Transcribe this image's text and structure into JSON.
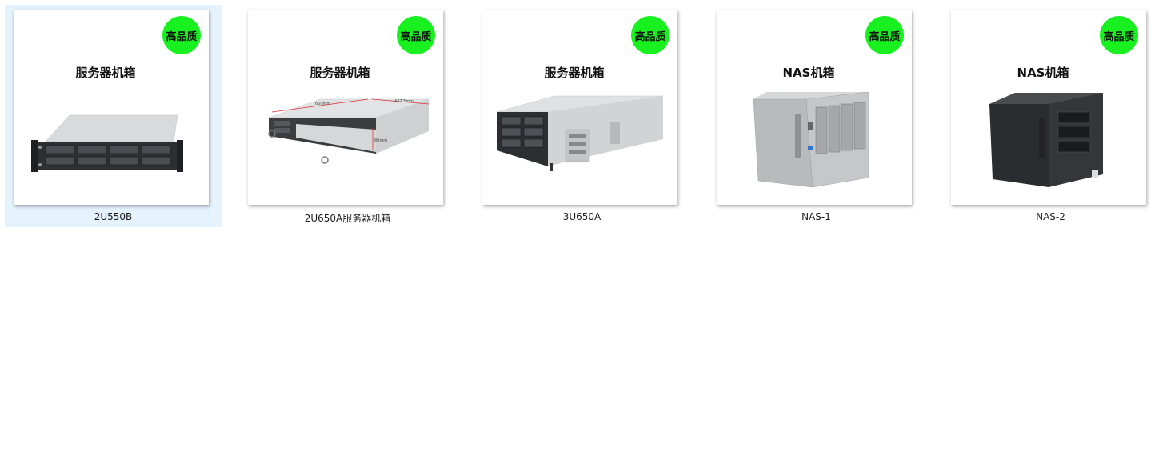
{
  "items": [
    {
      "caption": "2U550B",
      "badge": "高品质",
      "heading": "服务器机箱",
      "product_icon": "rack-server-2u-icon",
      "selected": true
    },
    {
      "caption": "2U650A服务器机箱",
      "badge": "高品质",
      "heading": "服务器机箱",
      "product_icon": "rack-server-2u-dimensioned-icon",
      "dimension_labels": [
        "650mm",
        "437.5mm",
        "88mm"
      ],
      "selected": false
    },
    {
      "caption": "3U650A",
      "badge": "高品质",
      "heading": "服务器机箱",
      "product_icon": "rack-server-3u-icon",
      "selected": false
    },
    {
      "caption": "NAS-1",
      "badge": "高品质",
      "heading": "NAS机箱",
      "product_icon": "nas-silver-icon",
      "selected": false
    },
    {
      "caption": "NAS-2",
      "badge": "高品质",
      "heading": "NAS机箱",
      "product_icon": "nas-black-icon",
      "selected": false
    }
  ],
  "colors": {
    "selection": "#e5f3ff",
    "badge": "#18f020"
  }
}
